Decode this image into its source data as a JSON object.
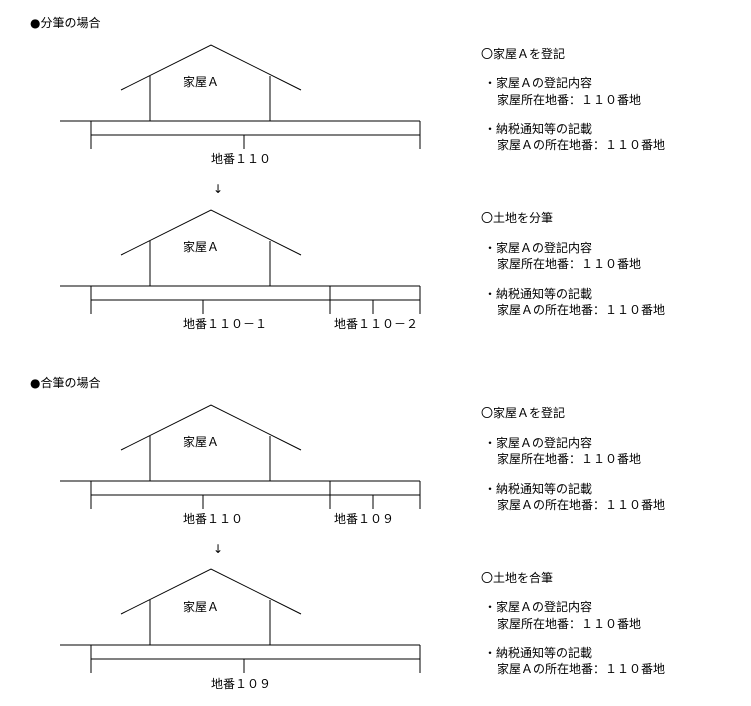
{
  "sections": [
    {
      "heading": "●分筆の場合",
      "steps": [
        {
          "house_label": "家屋Ａ",
          "lots": [
            "地番１１０"
          ],
          "notes": {
            "title": "〇家屋Ａを登記",
            "items": [
              {
                "head": "・家屋Ａの登記内容",
                "body": "家屋所在地番：１１０番地"
              },
              {
                "head": "・納税通知等の記載",
                "body": "家屋Ａの所在地番：１１０番地"
              }
            ]
          }
        },
        {
          "house_label": "家屋Ａ",
          "lots": [
            "地番１１０－１",
            "地番１１０－２"
          ],
          "notes": {
            "title": "〇土地を分筆",
            "items": [
              {
                "head": "・家屋Ａの登記内容",
                "body": "家屋所在地番：１１０番地"
              },
              {
                "head": "・納税通知等の記載",
                "body": "家屋Ａの所在地番：１１０番地"
              }
            ]
          }
        }
      ],
      "arrow": "↓"
    },
    {
      "heading": "●合筆の場合",
      "steps": [
        {
          "house_label": "家屋Ａ",
          "lots": [
            "地番１１０",
            "地番１０９"
          ],
          "notes": {
            "title": "〇家屋Ａを登記",
            "items": [
              {
                "head": "・家屋Ａの登記内容",
                "body": "家屋所在地番：１１０番地"
              },
              {
                "head": "・納税通知等の記載",
                "body": "家屋Ａの所在地番：１１０番地"
              }
            ]
          }
        },
        {
          "house_label": "家屋Ａ",
          "lots": [
            "地番１０９"
          ],
          "notes": {
            "title": "〇土地を合筆",
            "items": [
              {
                "head": "・家屋Ａの登記内容",
                "body": "家屋所在地番：１１０番地"
              },
              {
                "head": "・納税通知等の記載",
                "body": "家屋Ａの所在地番：１１０番地"
              }
            ]
          }
        }
      ],
      "arrow": "↓"
    }
  ]
}
